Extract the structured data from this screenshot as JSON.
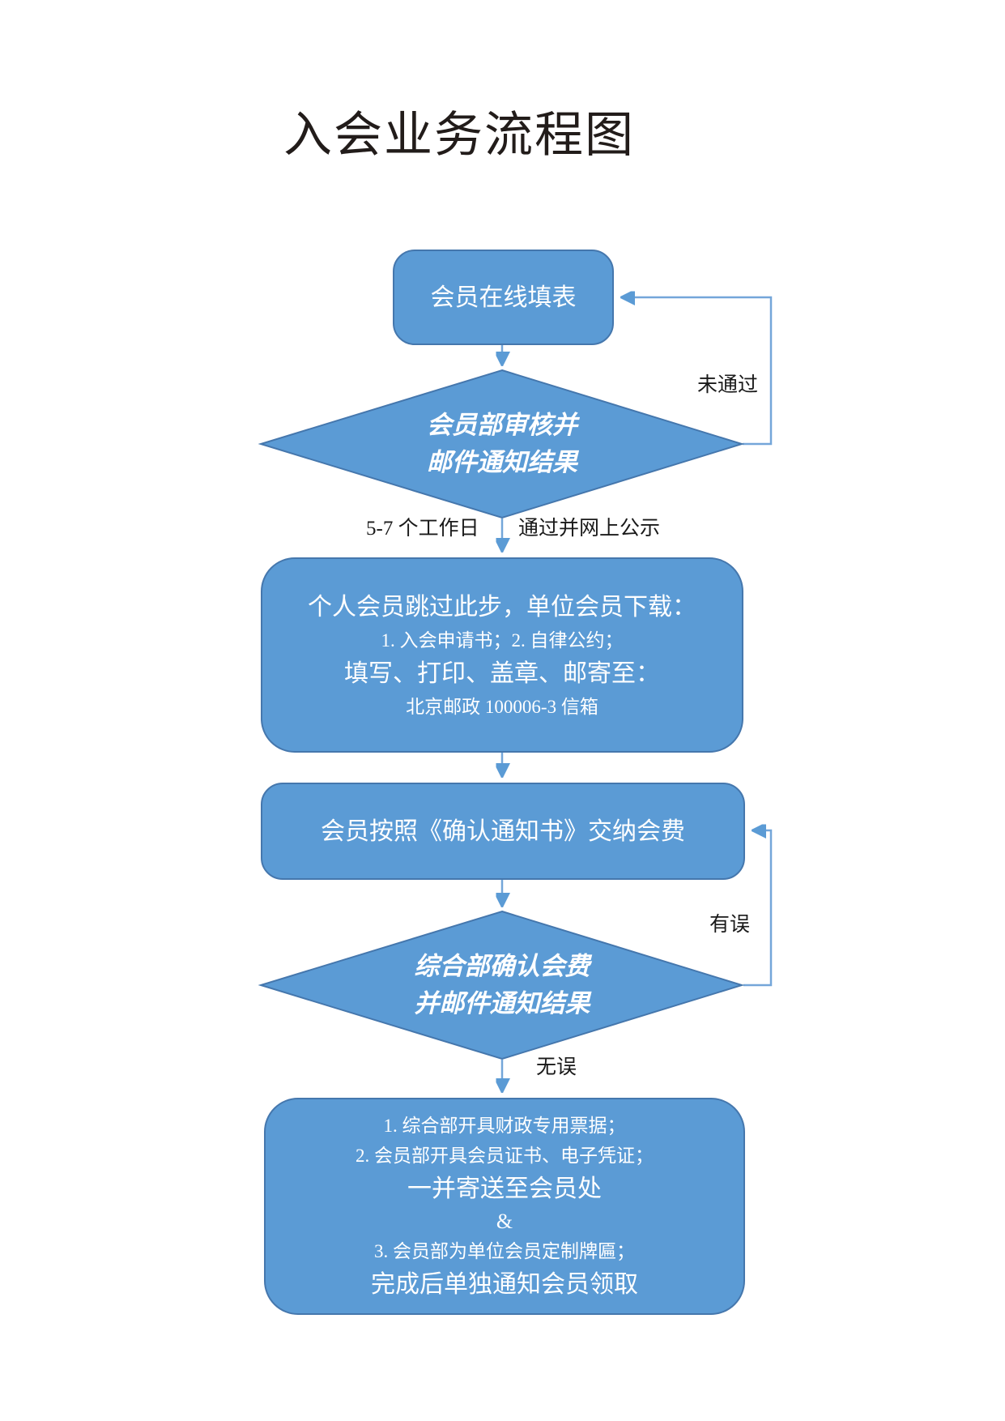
{
  "title": "入会业务流程图",
  "colors": {
    "node_fill": "#5b9bd5",
    "node_border": "#4577ad",
    "connector": "#74a6d9",
    "label_text": "#1a1a1a",
    "node_text": "#ffffff"
  },
  "flowchart": {
    "nodes": {
      "start": {
        "label": "会员在线填表"
      },
      "review_decision": {
        "line1": "会员部审核并",
        "line2": "邮件通知结果"
      },
      "download": {
        "line1": "个人会员跳过此步，单位会员下载：",
        "line2": "1. 入会申请书；2. 自律公约；",
        "line3": "填写、打印、盖章、邮寄至：",
        "line4": "北京邮政 100006-3 信箱"
      },
      "pay": {
        "label": "会员按照《确认通知书》交纳会费"
      },
      "confirm_decision": {
        "line1": "综合部确认会费",
        "line2": "并邮件通知结果"
      },
      "final": {
        "line1": "1. 综合部开具财政专用票据；",
        "line2": "2. 会员部开具会员证书、电子凭证；",
        "line3": "一并寄送至会员处",
        "line4": "&",
        "line5": "3. 会员部为单位会员定制牌匾；",
        "line6": "完成后单独通知会员领取"
      }
    },
    "edge_labels": {
      "not_passed": "未通过",
      "duration": "5-7 个工作日",
      "passed": "通过并网上公示",
      "has_error": "有误",
      "no_error": "无误"
    }
  }
}
